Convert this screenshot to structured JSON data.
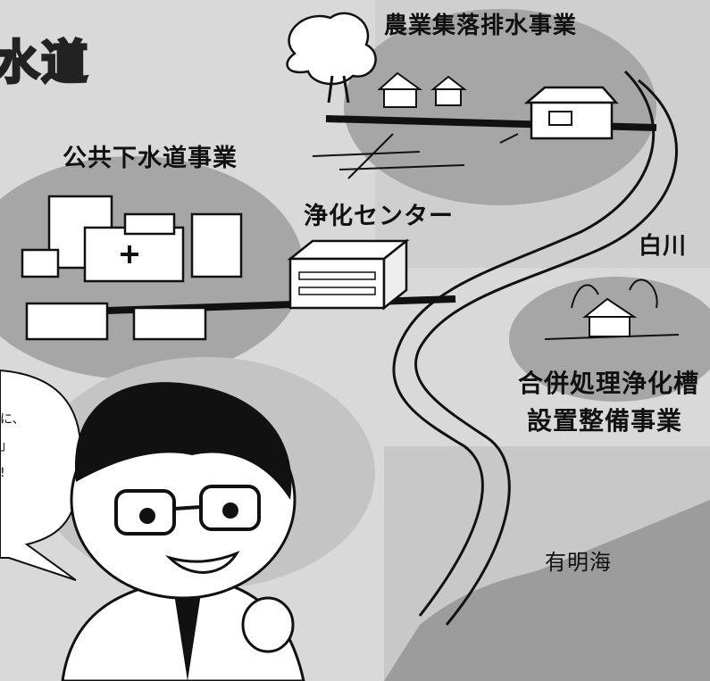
{
  "title": {
    "text": "水道"
  },
  "labels": {
    "rural": "農業集落排水事業",
    "public_sewer": "公共下水道事業",
    "purification_center": "浄化センター",
    "river": "白川",
    "septic_line1": "合併処理浄化槽",
    "septic_line2": "設置整備事業",
    "sea": "有明海"
  },
  "speech": {
    "fragment": "に、\n」\n!"
  },
  "colors": {
    "background": "#d9d9d9",
    "circle": "#a6a6a6",
    "sea": "#9c9c9c",
    "ink": "#111111"
  }
}
